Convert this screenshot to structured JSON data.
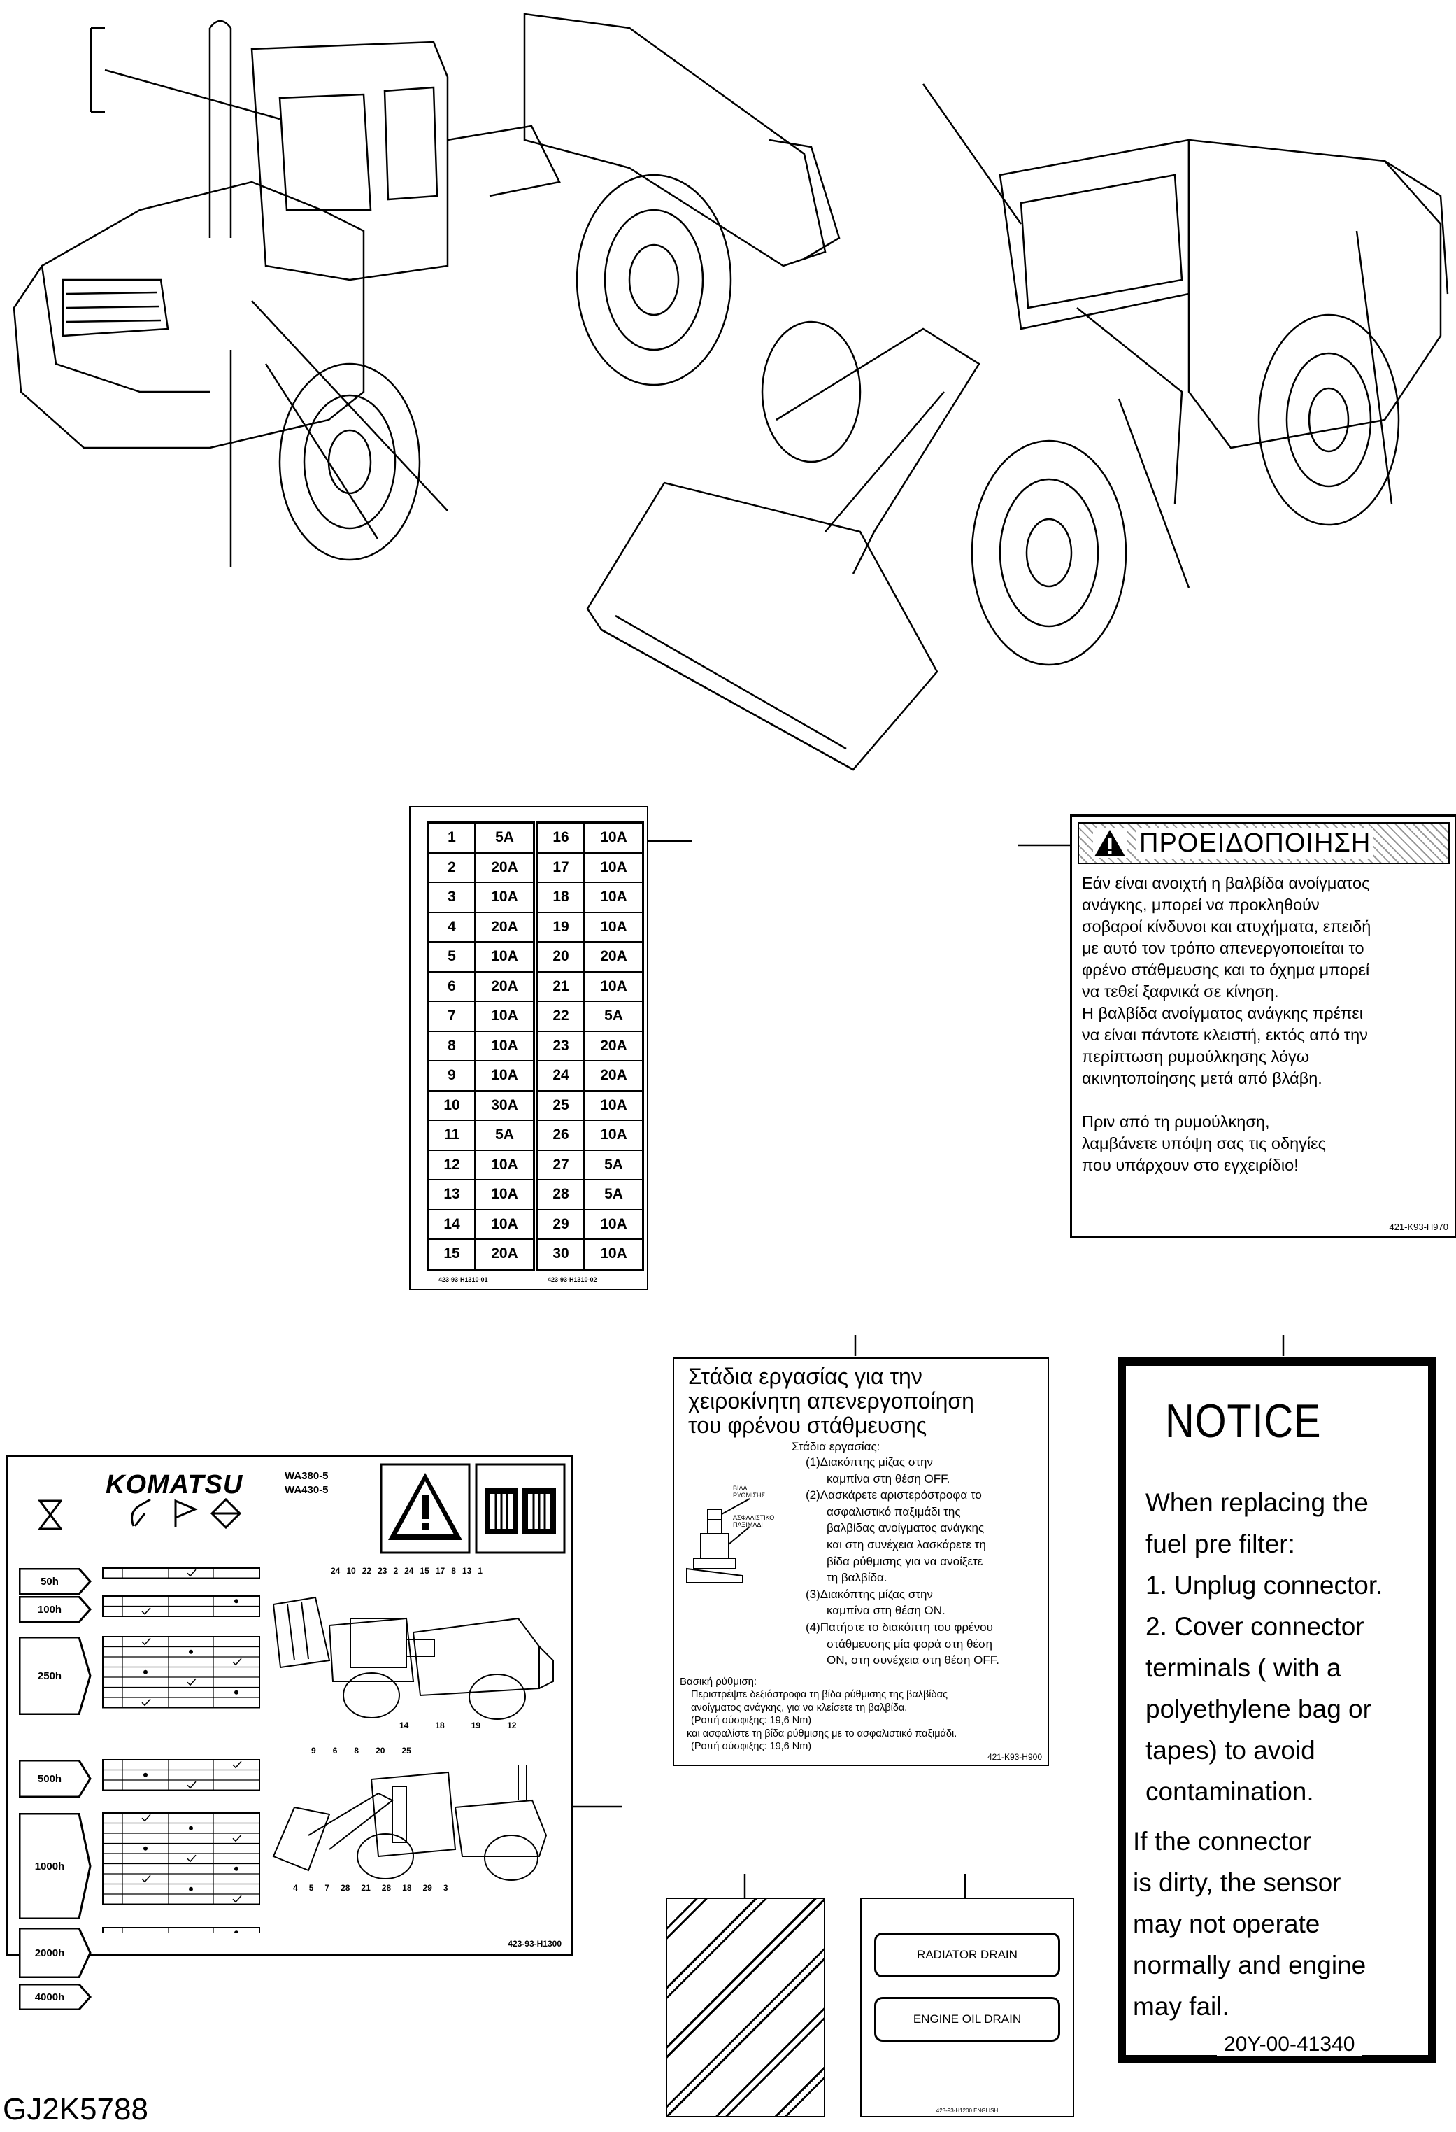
{
  "figure_code": "GJ2K5788",
  "fuse_label": {
    "left_column": [
      {
        "no": "1",
        "amp": "5A"
      },
      {
        "no": "2",
        "amp": "20A"
      },
      {
        "no": "3",
        "amp": "10A"
      },
      {
        "no": "4",
        "amp": "20A"
      },
      {
        "no": "5",
        "amp": "10A"
      },
      {
        "no": "6",
        "amp": "20A"
      },
      {
        "no": "7",
        "amp": "10A"
      },
      {
        "no": "8",
        "amp": "10A"
      },
      {
        "no": "9",
        "amp": "10A"
      },
      {
        "no": "10",
        "amp": "30A"
      },
      {
        "no": "11",
        "amp": "5A"
      },
      {
        "no": "12",
        "amp": "10A"
      },
      {
        "no": "13",
        "amp": "10A"
      },
      {
        "no": "14",
        "amp": "10A"
      },
      {
        "no": "15",
        "amp": "20A"
      }
    ],
    "right_column": [
      {
        "no": "16",
        "amp": "10A"
      },
      {
        "no": "17",
        "amp": "10A"
      },
      {
        "no": "18",
        "amp": "10A"
      },
      {
        "no": "19",
        "amp": "10A"
      },
      {
        "no": "20",
        "amp": "20A"
      },
      {
        "no": "21",
        "amp": "10A"
      },
      {
        "no": "22",
        "amp": "5A"
      },
      {
        "no": "23",
        "amp": "20A"
      },
      {
        "no": "24",
        "amp": "20A"
      },
      {
        "no": "25",
        "amp": "10A"
      },
      {
        "no": "26",
        "amp": "10A"
      },
      {
        "no": "27",
        "amp": "5A"
      },
      {
        "no": "28",
        "amp": "5A"
      },
      {
        "no": "29",
        "amp": "10A"
      },
      {
        "no": "30",
        "amp": "10A"
      }
    ],
    "code_left": "423-93-H1310-01",
    "code_right": "423-93-H1310-02"
  },
  "warning_label": {
    "title": "ΠΡΟΕΙΔΟΠΟΙΗΣΗ",
    "lines": [
      "Εάν είναι ανοιχτή η βαλβίδα ανοίγματος",
      "ανάγκης, μπορεί να προκληθούν",
      "σοβαροί κίνδυνοι και ατυχήματα, επειδή",
      "με αυτό τον τρόπο απενεργοποιείται το",
      "φρένο στάθμευσης και το όχημα μπορεί",
      "να τεθεί ξαφνικά σε κίνηση.",
      "Η βαλβίδα ανοίγματος ανάγκης πρέπει",
      "να είναι πάντοτε κλειστή, εκτός από την",
      "περίπτωση ρυμούλκησης λόγω",
      "ακινητοποίησης μετά από βλάβη.",
      "",
      "Πριν από τη ρυμούλκηση,",
      "λαμβάνετε υπόψη σας τις οδηγίες",
      "που υπάρχουν στο εγχειρίδιο!"
    ],
    "code": "421-K93-H970"
  },
  "brake_label": {
    "title_1": "Στάδια εργασίας για την",
    "title_2": "χειροκίνητη απενεργοποίηση",
    "title_3": "του φρένου στάθμευσης",
    "subtitle": "Στάδια εργασίας:",
    "fig_label_1": "ΒΙΔΑ ΡΥΘΜΙΣΗΣ",
    "fig_label_2": "ΑΣΦΑΛΙΣΤΙΚΟ ΠΑΞΙΜΑΔΙ",
    "steps": [
      "(1)Διακόπτης μίζας στην",
      "καμπίνα στη θέση OFF.",
      "(2)Λασκάρετε αριστερόστροφα το",
      "ασφαλιστικό παξιμάδι της",
      "βαλβίδας ανοίγματος ανάγκης",
      "και στη συνέχεια λασκάρετε τη",
      "βίδα ρύθμισης για να ανοίξετε",
      "τη βαλβίδα.",
      "(3)Διακόπτης μίζας στην",
      "καμπίνα στη θέση ON.",
      "(4)Πατήστε το διακόπτη του φρένου",
      "στάθμευσης μία φορά στη θέση",
      "ON, στη συνέχεια στη θέση OFF."
    ],
    "basic_title": "Βασική ρύθμιση:",
    "basic_lines": [
      "Περιστρέψτε δεξιόστροφα τη βίδα ρύθμισης της βαλβίδας",
      "ανοίγματος ανάγκης, για να κλείσετε τη βαλβίδα.",
      "(Ροπή σύσφιξης: 19,6 Nm)",
      "και ασφαλίστε τη βίδα ρύθμισης με το ασφαλιστικό παξιμάδι.",
      "(Ροπή σύσφιξης: 19,6 Nm)"
    ],
    "code": "421-K93-H900"
  },
  "notice_label": {
    "title": "NOTICE",
    "lines": [
      "When replacing the",
      "fuel pre filter:",
      "1. Unplug connector.",
      "2. Cover connector",
      "terminals ( with a",
      "polyethylene bag or",
      "tapes) to avoid",
      "contamination.",
      "If the connector",
      "is dirty, the sensor",
      "may not operate",
      "normally and engine",
      "may fail."
    ],
    "code": "20Y-00-41340"
  },
  "drain_label": {
    "item_1": "RADIATOR DRAIN",
    "item_2": "ENGINE OIL DRAIN",
    "code": "423-93-H1200 ENGLISH"
  },
  "maintenance_label": {
    "brand": "KOMATSU",
    "models_1": "WA380-5",
    "models_2": "WA430-5",
    "intervals": [
      "50h",
      "100h",
      "250h",
      "500h",
      "1000h",
      "2000h",
      "4000h"
    ],
    "code": "423-93-H1300",
    "top_callouts": [
      "24",
      "10",
      "22",
      "23",
      "2",
      "24",
      "15",
      "17",
      "8",
      "13",
      "1"
    ],
    "bottom_callouts": [
      "14",
      "18",
      "19",
      "12"
    ],
    "side_top_callouts": [
      "9",
      "6",
      "8",
      "20",
      "25"
    ],
    "side_bottom_callouts": [
      "4",
      "5",
      "7",
      "28",
      "21",
      "28",
      "18",
      "29",
      "3"
    ]
  }
}
